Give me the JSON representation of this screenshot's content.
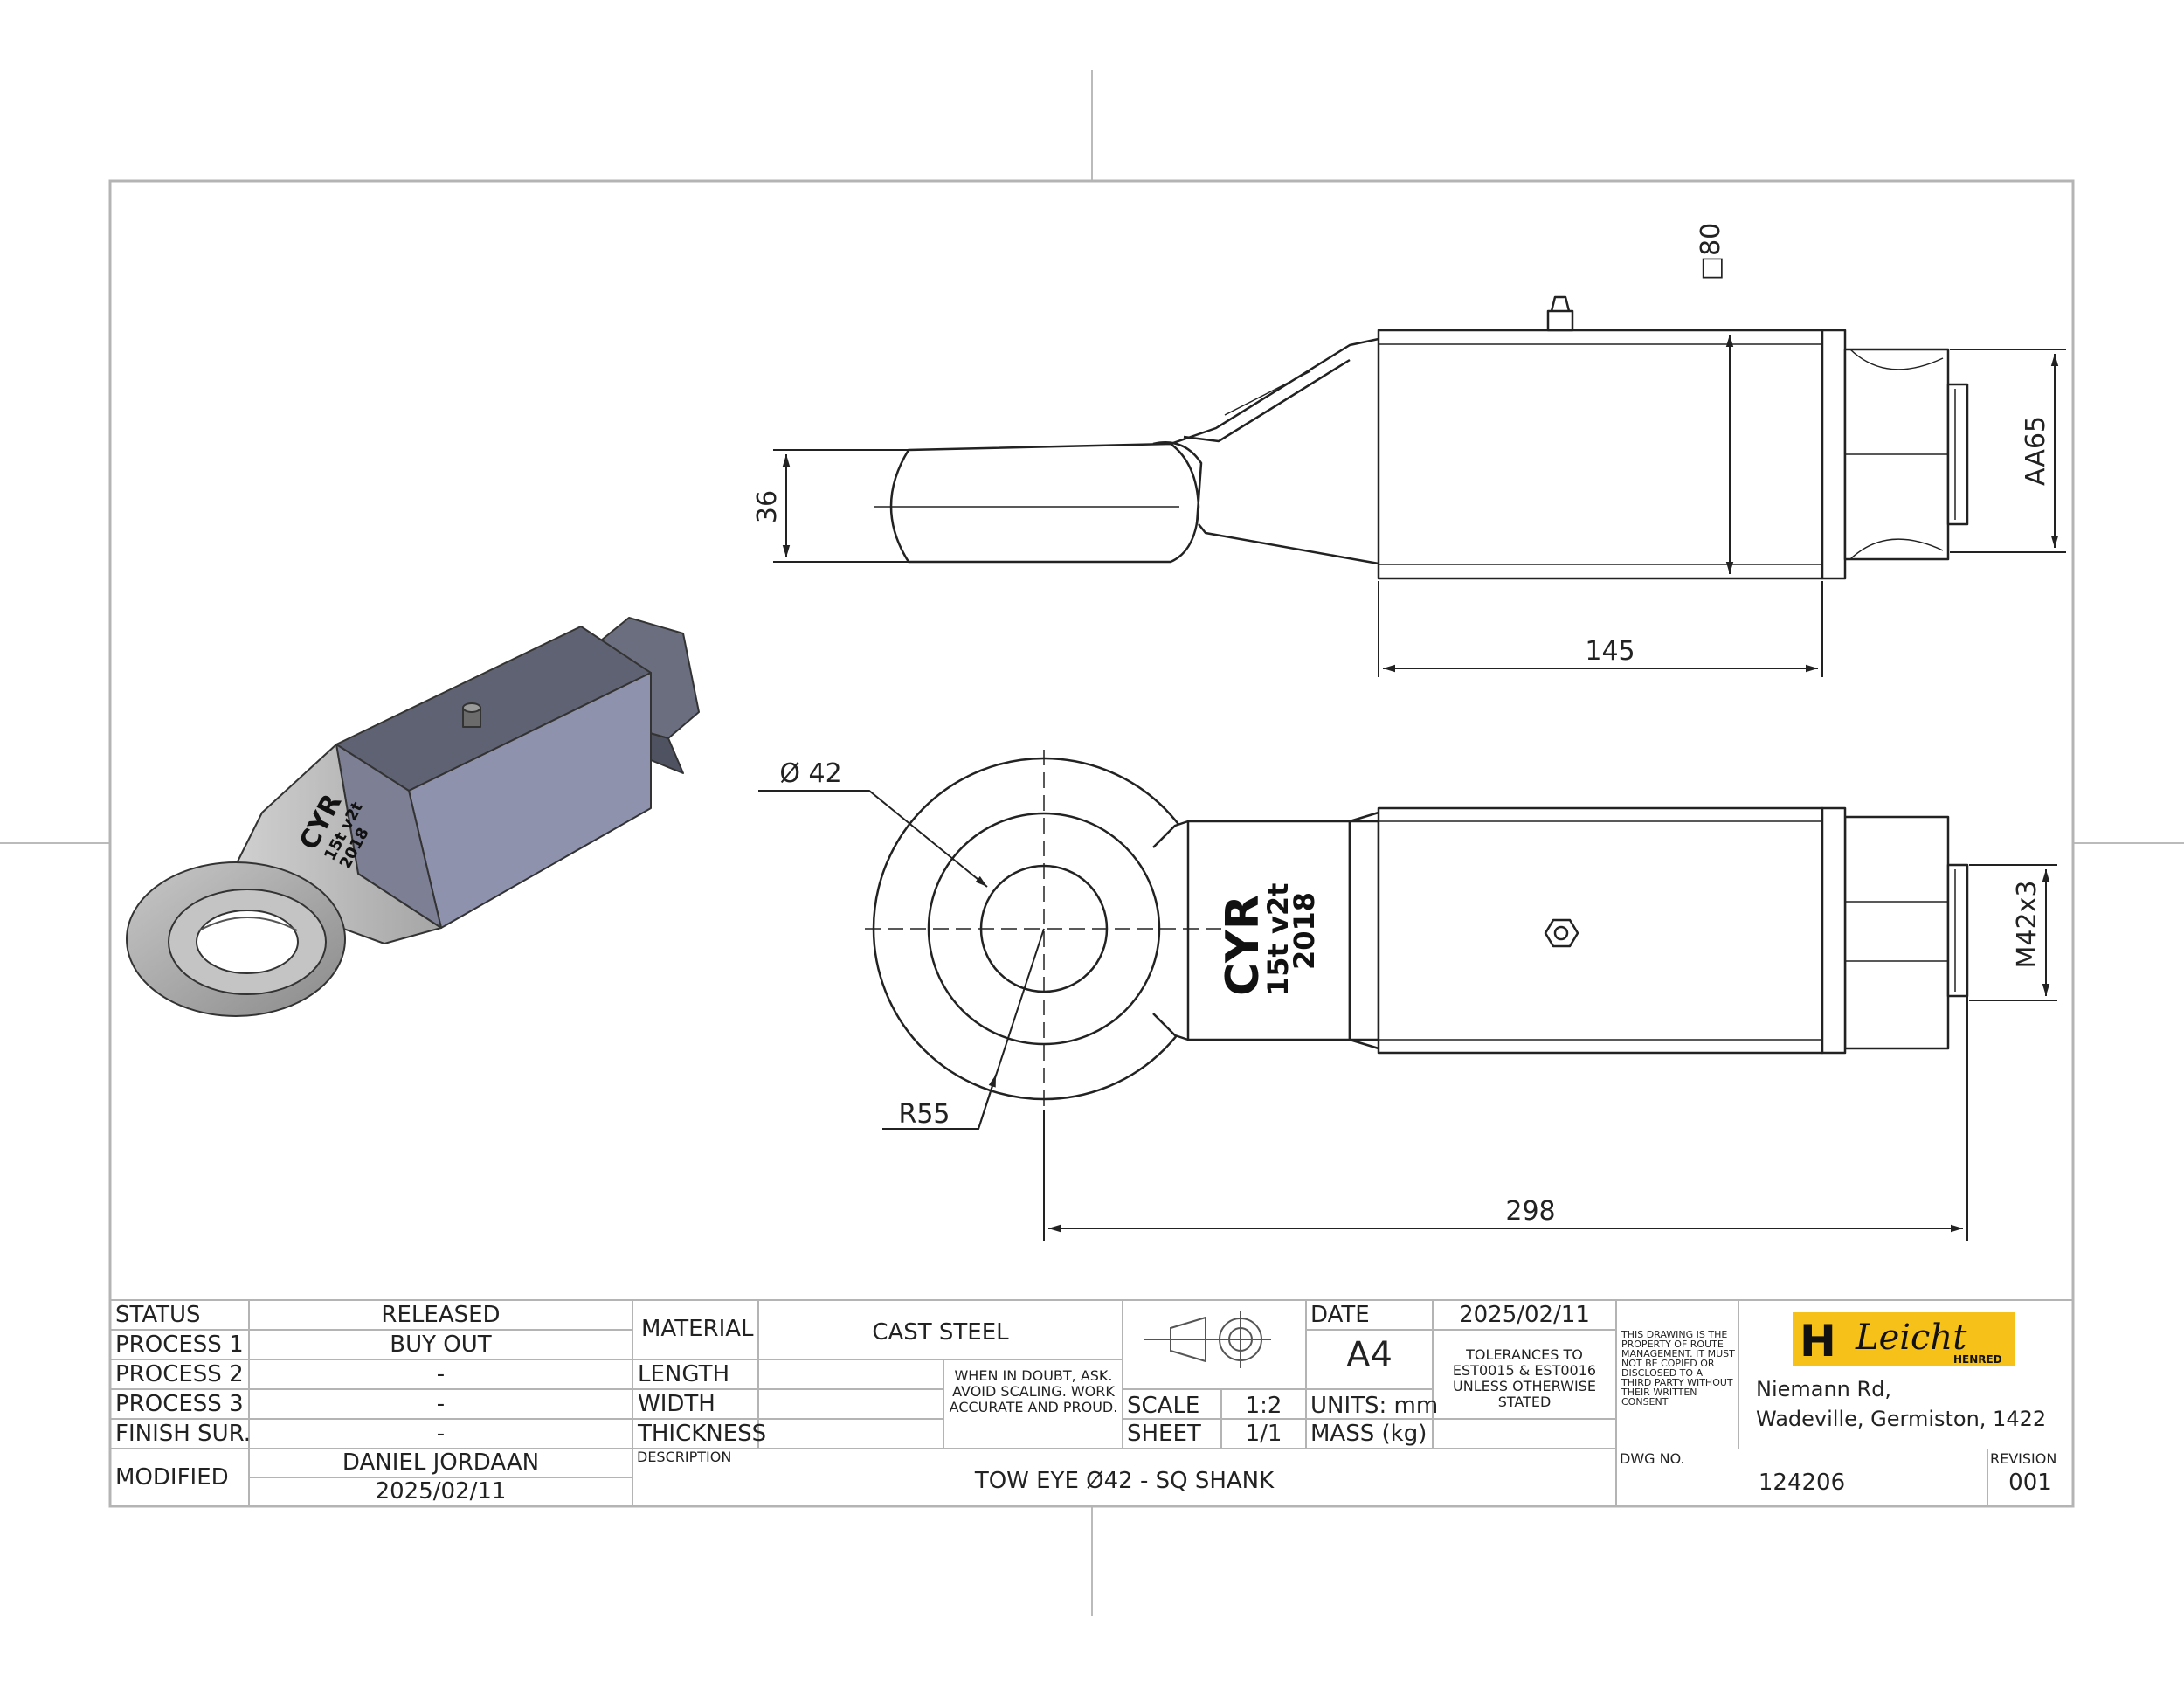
{
  "dimensions": {
    "d36": "36",
    "d145": "145",
    "d80": "□80",
    "dAA65": "AA65",
    "d42": "Ø 42",
    "dR55": "R55",
    "d298": "298",
    "dM42": "M42x3"
  },
  "engraving": {
    "line1": "CYR",
    "line2": "15t v2t",
    "line3": "2018"
  },
  "title_block": {
    "status_label": "STATUS",
    "status_value": "RELEASED",
    "process1_label": "PROCESS 1",
    "process1_value": "BUY OUT",
    "process2_label": "PROCESS 2",
    "process2_value": "-",
    "process3_label": "PROCESS 3",
    "process3_value": "-",
    "finish_label": "FINISH SUR.",
    "finish_value": "-",
    "modified_label": "MODIFIED",
    "modified_by": "DANIEL JORDAAN",
    "modified_date": "2025/02/11",
    "material_label": "MATERIAL",
    "material_value": "CAST STEEL",
    "length_label": "LENGTH",
    "width_label": "WIDTH",
    "thickness_label": "THICKNESS",
    "doubt_note": "WHEN IN DOUBT, ASK. AVOID SCALING. WORK ACCURATE AND PROUD.",
    "scale_label": "SCALE",
    "scale_value": "1:2",
    "sheet_label": "SHEET",
    "sheet_value": "1/1",
    "date_label": "DATE",
    "date_value": "2025/02/11",
    "paper_size": "A4",
    "units": "UNITS: mm",
    "mass": "MASS (kg)",
    "tolerances": "TOLERANCES TO EST0015 & EST0016 UNLESS OTHERWISE STATED",
    "property_note": "THIS DRAWING IS THE PROPERTY OF ROUTE MANAGEMENT. IT MUST NOT BE COPIED OR DISCLOSED TO A THIRD PARTY WITHOUT THEIR WRITTEN CONSENT",
    "address_line1": "Niemann Rd,",
    "address_line2": "Wadeville, Germiston, 1422",
    "description_label": "DESCRIPTION",
    "description_value": "TOW EYE Ø42 - SQ SHANK",
    "dwg_label": "DWG NO.",
    "dwg_value": "124206",
    "revision_label": "REVISION",
    "revision_value": "001"
  },
  "logo": {
    "mark": "H",
    "wordmark": "Leicht",
    "sub": "HENRED",
    "color": "#f6c21a"
  },
  "colors": {
    "line": "#222222",
    "frame": "#b4b4b4",
    "shank_top": "#5f6272",
    "shank_side": "#8e92ad",
    "eye_grey": "#9a9a9a"
  }
}
